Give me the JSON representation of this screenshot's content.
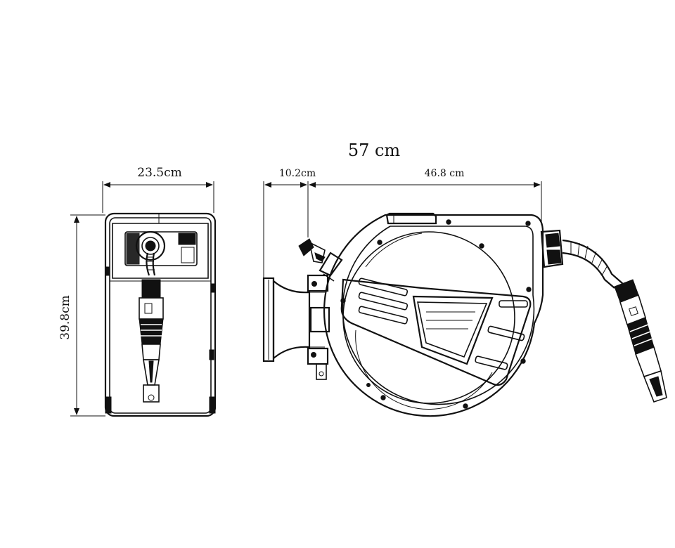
{
  "dimensions": {
    "overall_width": "57 cm",
    "front_width": "23.5cm",
    "bracket_depth": "10.2cm",
    "reel_depth": "46.8 cm",
    "height": "39.8cm"
  },
  "colors": {
    "line": "#111111",
    "background": "#ffffff"
  }
}
